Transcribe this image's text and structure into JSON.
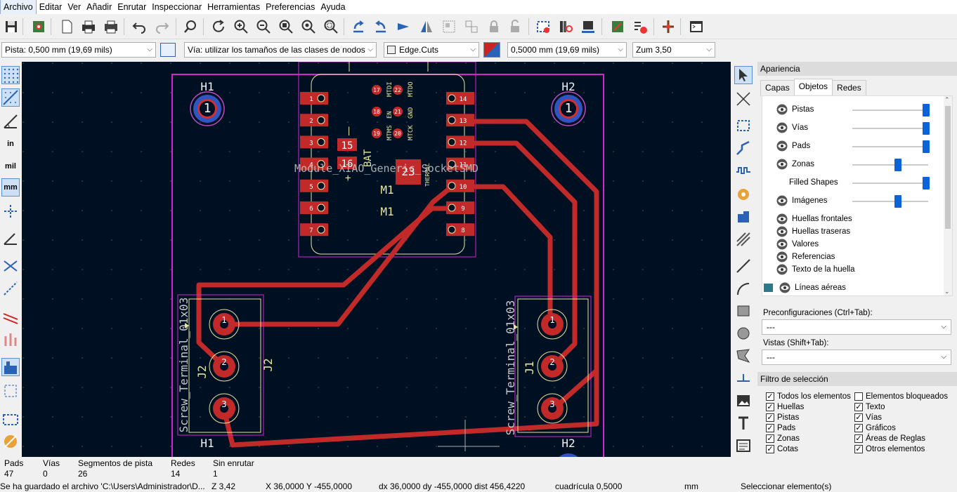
{
  "menu": [
    "Archivo",
    "Editar",
    "Ver",
    "Añadir",
    "Enrutar",
    "Inspeccionar",
    "Herramientas",
    "Preferencias",
    "Ayuda"
  ],
  "options": {
    "track": "Pista: 0,500 mm (19,69 mils)",
    "via": "Vía: utilizar los tamaños de las clases de nodos",
    "layer": "Edge.Cuts",
    "width": "0,5000 mm (19,69 mils)",
    "zoom": "Zum 3,50"
  },
  "left_tools": {
    "in": "in",
    "mil": "mil",
    "mm": "mm"
  },
  "canvas": {
    "h1_top": "H1",
    "h2_top": "H2",
    "h1_bottom": "H1",
    "h2_bottom": "H2",
    "module_text": "Module_XIAO_Generic_SocketSMD",
    "m1_a": "M1",
    "m1_b": "M1",
    "bat": "BAT",
    "pad15": "15",
    "pad16": "16",
    "pad23": "23",
    "thermal": "THERMAL",
    "j2": "J2",
    "j2b": "J2",
    "j1": "J1",
    "screw_left": "Screw_Terminal_01x03",
    "screw_right": "Screw_Terminal_01x03",
    "jtag": [
      "MTDI",
      "MTDO",
      "EN",
      "GND",
      "MTMS",
      "MTCK"
    ],
    "jtag_pads": [
      "17",
      "22",
      "18",
      "21",
      "19",
      "20"
    ],
    "left_pads": [
      "1",
      "2",
      "3",
      "4",
      "5",
      "6",
      "7"
    ],
    "right_pads": [
      "14",
      "13",
      "12",
      "11",
      "10",
      "9",
      "8"
    ],
    "term_pads": [
      "1",
      "2",
      "3"
    ],
    "mark1": "1"
  },
  "panel": {
    "title": "Apariencia",
    "tabs": [
      "Capas",
      "Objetos",
      "Redes"
    ],
    "objects": [
      {
        "label": "Pistas",
        "opacity": 1.0
      },
      {
        "label": "Vías",
        "opacity": 1.0
      },
      {
        "label": "Pads",
        "opacity": 1.0
      },
      {
        "label": "Zonas",
        "opacity": 0.6
      },
      {
        "label": "Filled Shapes",
        "opacity": 1.0
      },
      {
        "label": "Imágenes",
        "opacity": 0.6
      },
      {
        "label": "Huellas frontales"
      },
      {
        "label": "Huellas traseras"
      },
      {
        "label": "Valores"
      },
      {
        "label": "Referencias"
      },
      {
        "label": "Texto de la huella"
      },
      {
        "label": "Líneas aéreas"
      }
    ],
    "presets_label": "Preconfiguraciones (Ctrl+Tab):",
    "presets_value": "---",
    "views_label": "Vistas (Shift+Tab):",
    "views_value": "---",
    "filter_title": "Filtro de selección",
    "filters_left": [
      "Todos los elementos",
      "Huellas",
      "Pistas",
      "Pads",
      "Zonas",
      "Cotas"
    ],
    "filters_right": [
      "Elementos bloqueados",
      "Texto",
      "Vías",
      "Gráficos",
      "Áreas de Reglas",
      "Otros elementos"
    ],
    "filters_left_checked": [
      true,
      true,
      true,
      true,
      true,
      true
    ],
    "filters_right_checked": [
      false,
      true,
      true,
      true,
      true,
      true
    ]
  },
  "status": {
    "cols": [
      {
        "label": "Pads",
        "value": "47"
      },
      {
        "label": "Vías",
        "value": "0"
      },
      {
        "label": "Segmentos de pista",
        "value": "26"
      },
      {
        "label": "Redes",
        "value": "14"
      },
      {
        "label": "Sin enrutar",
        "value": "1"
      }
    ],
    "message": "Se ha guardado el archivo 'C:\\Users\\Administrador\\D...",
    "zoom": "Z 3,42",
    "coords": "X 36,0000  Y -455,0000",
    "delta": "dx 36,0000  dy -455,0000  dist 456,4220",
    "grid": "cuadrícula 0,5000",
    "units": "mm",
    "action": "Seleccionar elemento(s)"
  }
}
